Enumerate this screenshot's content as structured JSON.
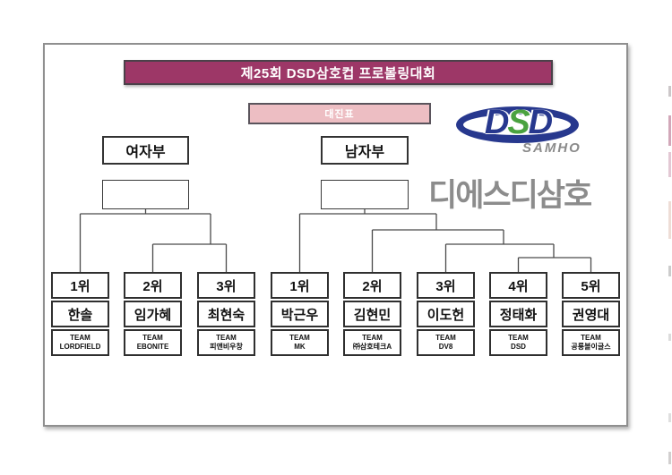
{
  "header": {
    "title": "제25회 DSD삼호컵 프로볼링대회",
    "title_bg": "#9D3767",
    "subtitle": "대진표",
    "subtitle_bg": "#EDBEC3"
  },
  "logo": {
    "letter_d1": "D",
    "letter_s": "S",
    "letter_d2": "D",
    "sub_label": "SAMHO",
    "company_name": "디에스디삼호",
    "navy": "#27388E",
    "green": "#4AA23F",
    "gray": "#8C8C8C"
  },
  "bracket": {
    "line_color": "#4a4a4a",
    "divisions": [
      {
        "label": "여자부"
      },
      {
        "label": "남자부"
      }
    ],
    "entries": [
      {
        "rank": "1위",
        "name": "한솔",
        "team_line1": "TEAM",
        "team_line2": "LORDFIELD"
      },
      {
        "rank": "2위",
        "name": "임가혜",
        "team_line1": "TEAM",
        "team_line2": "EBONITE"
      },
      {
        "rank": "3위",
        "name": "최현숙",
        "team_line1": "TEAM",
        "team_line2": "피앤비우창"
      },
      {
        "rank": "1위",
        "name": "박근우",
        "team_line1": "TEAM",
        "team_line2": "MK"
      },
      {
        "rank": "2위",
        "name": "김현민",
        "team_line1": "TEAM",
        "team_line2": "㈜삼호테크A"
      },
      {
        "rank": "3위",
        "name": "이도헌",
        "team_line1": "TEAM",
        "team_line2": "DV8"
      },
      {
        "rank": "4위",
        "name": "정태화",
        "team_line1": "TEAM",
        "team_line2": "DSD"
      },
      {
        "rank": "5위",
        "name": "권영대",
        "team_line1": "TEAM",
        "team_line2": "공룡볼이글스"
      }
    ]
  }
}
